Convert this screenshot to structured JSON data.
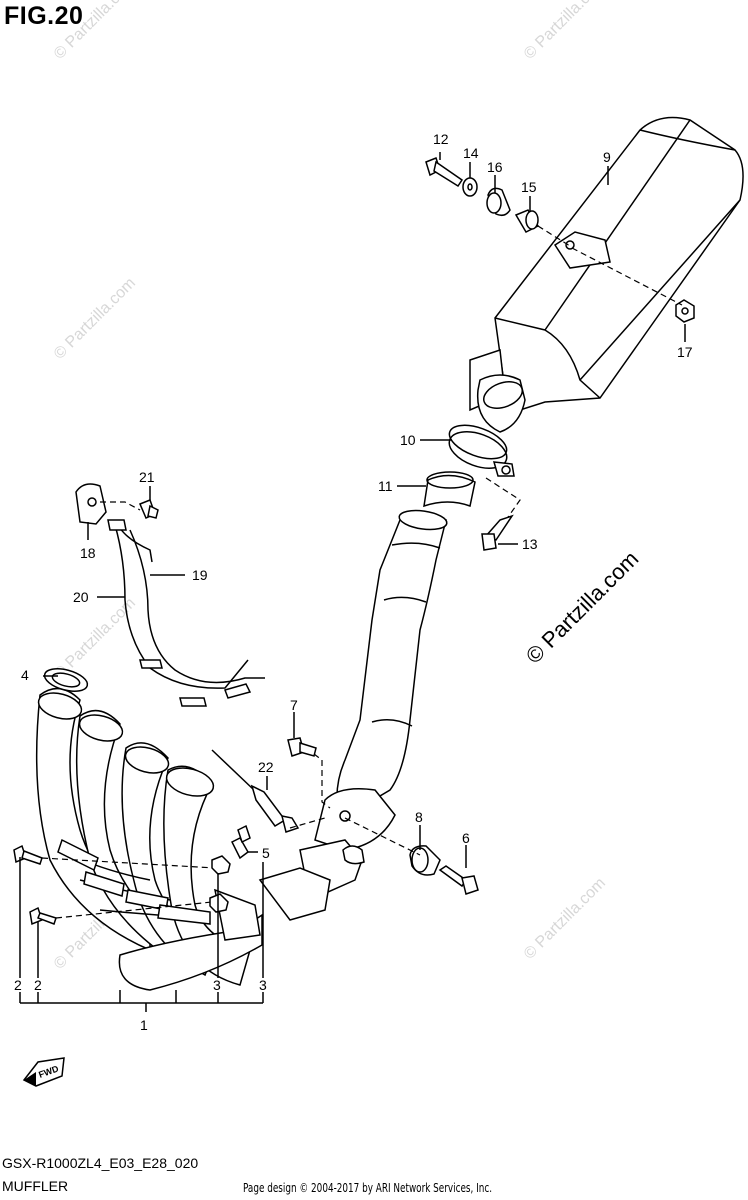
{
  "figure": {
    "title": "FIG.20"
  },
  "footer": {
    "model_code": "GSX-R1000ZL4_E03_E28_020",
    "section_name": "MUFFLER",
    "credit": "Page design © 2004-2017 by ARI Network Services, Inc."
  },
  "watermark": {
    "text": "© Partzilla.com",
    "prominent_text": "© Partzilla.com"
  },
  "fwd_badge": "FWD",
  "callouts": {
    "c1": "1",
    "c2a": "2",
    "c2b": "2",
    "c3a": "3",
    "c3b": "3",
    "c4": "4",
    "c5": "5",
    "c6": "6",
    "c7": "7",
    "c8": "8",
    "c9": "9",
    "c10": "10",
    "c11": "11",
    "c12": "12",
    "c13": "13",
    "c14": "14",
    "c15": "15",
    "c16": "16",
    "c17": "17",
    "c18": "18",
    "c19": "19",
    "c20": "20",
    "c21": "21",
    "c22": "22"
  }
}
